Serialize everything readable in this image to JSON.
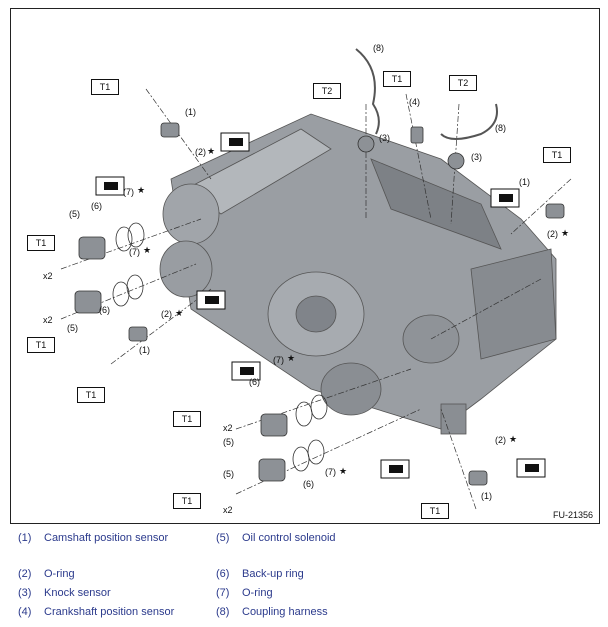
{
  "figure": {
    "code": "FU-21356",
    "torque_labels": [
      "T1",
      "T1",
      "T1",
      "T1",
      "T1",
      "T1",
      "T1",
      "T1",
      "T2",
      "T2"
    ],
    "callouts": [
      "(1)",
      "(1)",
      "(1)",
      "(1)",
      "(2)",
      "(2)",
      "(2)",
      "(2)",
      "(3)",
      "(3)",
      "(4)",
      "(5)",
      "(5)",
      "(5)",
      "(5)",
      "(6)",
      "(6)",
      "(6)",
      "(6)",
      "(7)",
      "(7)",
      "(7)",
      "(7)",
      "(8)",
      "(8)"
    ],
    "multipliers": [
      "x2",
      "x2",
      "x2",
      "x2"
    ],
    "star": "★"
  },
  "legend": [
    {
      "num": "(1)",
      "text": "Camshaft position sensor"
    },
    {
      "num": "(5)",
      "text": "Oil control solenoid"
    },
    {
      "num": "(2)",
      "text": "O-ring"
    },
    {
      "num": "(6)",
      "text": "Back-up ring"
    },
    {
      "num": "(3)",
      "text": "Knock sensor"
    },
    {
      "num": "(7)",
      "text": "O-ring"
    },
    {
      "num": "(4)",
      "text": "Crankshaft position sensor"
    },
    {
      "num": "(8)",
      "text": "Coupling harness"
    }
  ],
  "colors": {
    "legend_text": "#2b3a8c",
    "engine": "#8d9196",
    "line": "#222222"
  }
}
